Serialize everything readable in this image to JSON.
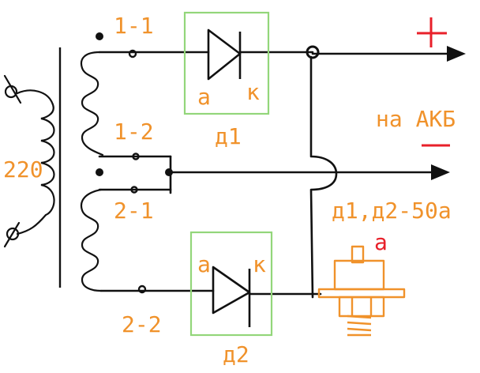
{
  "labels": {
    "tap_1_1": "1-1",
    "tap_1_2": "1-2",
    "tap_2_1": "2-1",
    "tap_2_2": "2-2",
    "primary_voltage": "220",
    "d1_anode": "а",
    "d1_cathode": "к",
    "d2_anode": "а",
    "d2_cathode": "к",
    "d1_name": "д1",
    "d2_name": "д2",
    "battery_note": "на АКБ",
    "diode_spec": "д1,д2-50а",
    "stud_anode": "а"
  },
  "colors": {
    "wire": "#111111",
    "labels": "#f0922b",
    "diode_box": "#93d67a",
    "polarity": "#e8202a"
  }
}
